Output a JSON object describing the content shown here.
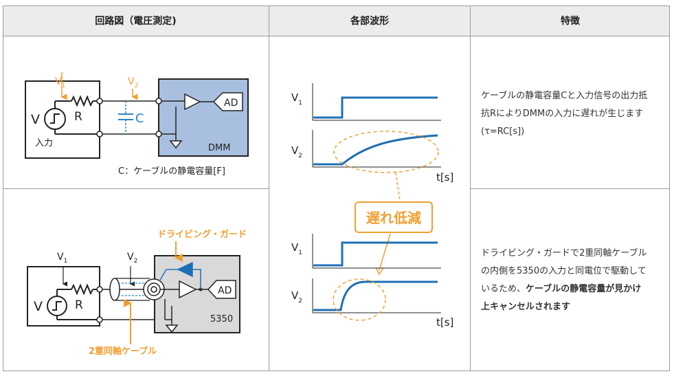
{
  "headers": {
    "circuit": "回路図（電圧測定)",
    "waveform": "各部波形",
    "features": "特徴"
  },
  "circuit1": {
    "v1": "V",
    "v1_sub": "1",
    "v2": "V",
    "v2_sub": "2",
    "source": "V",
    "resistor": "R",
    "capacitor": "C",
    "input_label": "入力",
    "ad": "AD",
    "device": "DMM",
    "caption": "C：ケーブルの静電容量[F]"
  },
  "circuit2": {
    "v1": "V",
    "v1_sub": "1",
    "v2": "V",
    "v2_sub": "2",
    "source": "V",
    "resistor": "R",
    "ad": "AD",
    "device": "5350",
    "guard_label": "ドライビング・ガード",
    "cable_label": "2重同軸ケーブル"
  },
  "waveforms": {
    "v1": "V",
    "v1_sub": "1",
    "v2": "V",
    "v2_sub": "2",
    "time_axis": "t[s]",
    "callout": "遅れ低減"
  },
  "features": {
    "row1": [
      "ケーブルの静電容量Cと入力信号の出力抵",
      "抗RによりDMMの入力に遅れが生じます",
      "(τ=RC[s])"
    ],
    "row2_normal": [
      "ドライビング・ガードで2重同軸ケーブル",
      "の内側を5350の入力と同電位で駆動して",
      "いるため、"
    ],
    "row2_bold_inline": "ケーブルの静電容量が見かけ",
    "row2_bold_line": "上キャンセルされます"
  },
  "colors": {
    "header_bg": "#ececec",
    "border": "#9a9a9a",
    "device_fill": "#a9bfdf",
    "wave_blue": "#1f6fb5",
    "accent_orange": "#f0a030",
    "capacitor_blue": "#2a86c8"
  }
}
